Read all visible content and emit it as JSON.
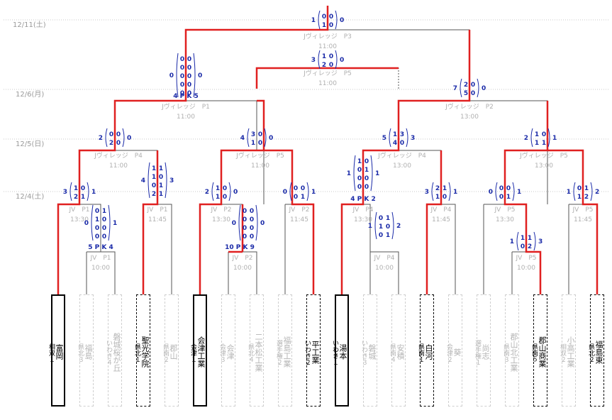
{
  "dates": [
    "12/11(土)",
    "12/6(月)",
    "12/5(日)",
    "12/4(土)"
  ],
  "venues": {
    "final": "Jヴィレッジ　P3",
    "final_time": "11:00",
    "third": "Jヴィレッジ　P5",
    "third_time": "11:00",
    "sfL": "Jヴィレッジ　P1",
    "sfL_time": "11:00",
    "sfR": "Jヴィレッジ　P2",
    "sfR_time": "13:00",
    "qf1": "Jヴィレッジ　P4",
    "qf1_time": "11:00",
    "qf2": "Jヴィレッジ　P5",
    "qf2_time": "11:00",
    "qf3": "Jヴィレッジ　P4",
    "qf3_time": "13:00",
    "qf4": "Jヴィレッジ　P5",
    "qf4_time": "13:00",
    "r1": "JV　P1",
    "r1_time": "13:30",
    "r2": "JV　P1",
    "r2_time": "11:45",
    "r3": "JV　P2",
    "r3_time": "13:30",
    "r4": "JV　P2",
    "r4_time": "11:45",
    "r5": "JV　P4",
    "r5_time": "13:30",
    "r6": "JV　P4",
    "r6_time": "11:45",
    "r7": "JV　P5",
    "r7_time": "13:30",
    "r8": "JV　P5",
    "r8_time": "11:45",
    "s1": "JV　P1",
    "s1_time": "10:00",
    "s2": "JV　P2",
    "s2_time": "10:00",
    "s3": "JV　P4",
    "s3_time": "10:00",
    "s4": "JV　P5",
    "s4_time": "10:00"
  },
  "pk": {
    "sfL": "4 P K 5",
    "r1": "5 P K 4",
    "r3": "10 P K 9",
    "qf3": "4 P K 2"
  },
  "teams": [
    {
      "name": "富岡",
      "region": "相双１",
      "state": "champ"
    },
    {
      "name": "福島",
      "region": "県北３",
      "state": "dim"
    },
    {
      "name": "磐城桜が丘",
      "region": "いわき４",
      "state": "dim"
    },
    {
      "name": "聖光学院",
      "region": "県北１",
      "state": "win"
    },
    {
      "name": "郡山",
      "region": "県南２",
      "state": "dim"
    },
    {
      "name": "会津工業",
      "region": "会津１",
      "state": "champ"
    },
    {
      "name": "会津",
      "region": "会津３",
      "state": "dim"
    },
    {
      "name": "二本松工業",
      "region": "県北４",
      "state": "dim"
    },
    {
      "name": "福島工業",
      "region": "選手権２",
      "state": "dim"
    },
    {
      "name": "平工業",
      "region": "いわき２",
      "state": "win"
    },
    {
      "name": "湯本",
      "region": "いわき１",
      "state": "champ"
    },
    {
      "name": "磐城",
      "region": "いわき３",
      "state": "dim"
    },
    {
      "name": "安積",
      "region": "県南４",
      "state": "dim"
    },
    {
      "name": "白河",
      "region": "県南１",
      "state": "win"
    },
    {
      "name": "葵",
      "region": "会津２",
      "state": "dim"
    },
    {
      "name": "尚志",
      "region": "選手権１",
      "state": "dim"
    },
    {
      "name": "郡山北工業",
      "region": "県南３",
      "state": "dim"
    },
    {
      "name": "郡山商業",
      "region": "県南５",
      "state": "win"
    },
    {
      "name": "小高工業",
      "region": "相双２",
      "state": "dim"
    },
    {
      "name": "福島東",
      "region": "県北２",
      "state": "win"
    }
  ],
  "scores": [
    {
      "id": "final",
      "l": "1",
      "r": "0",
      "a": [
        "0",
        "1"
      ],
      "b": [
        "0",
        "0"
      ]
    },
    {
      "id": "third",
      "l": "3",
      "r": "0",
      "a": [
        "1",
        "2"
      ],
      "b": [
        "0",
        "0"
      ]
    },
    {
      "id": "sfL",
      "l": "0",
      "r": "0",
      "a": [
        "0",
        "0",
        "0",
        "0",
        "0"
      ],
      "b": [
        "0",
        "0",
        "0",
        "0",
        "0"
      ]
    },
    {
      "id": "sfR",
      "l": "7",
      "r": "0",
      "a": [
        "2",
        "5"
      ],
      "b": [
        "0",
        "0"
      ]
    },
    {
      "id": "qf1",
      "l": "2",
      "r": "0",
      "a": [
        "0",
        "2"
      ],
      "b": [
        "0",
        "0"
      ]
    },
    {
      "id": "qf2",
      "l": "4",
      "r": "0",
      "a": [
        "3",
        "1"
      ],
      "b": [
        "0",
        "0"
      ]
    },
    {
      "id": "qf3",
      "l": "5",
      "r": "3",
      "a": [
        "1",
        "4"
      ],
      "b": [
        "3",
        "0"
      ]
    },
    {
      "id": "qf4",
      "l": "2",
      "r": "1",
      "a": [
        "1",
        "1"
      ],
      "b": [
        "0",
        "1"
      ]
    },
    {
      "id": "r1",
      "l": "0",
      "r": "1",
      "a": [
        "0",
        "1",
        "0",
        "0"
      ],
      "b": [
        "1",
        "0",
        "0",
        "0"
      ]
    },
    {
      "id": "r2",
      "l": "4",
      "r": "3",
      "a": [
        "1",
        "1",
        "0",
        "2"
      ],
      "b": [
        "1",
        "0",
        "1",
        "1"
      ]
    },
    {
      "id": "r3",
      "l": "2",
      "r": "0",
      "a": [
        "1",
        "1"
      ],
      "b": [
        "0",
        "0"
      ]
    },
    {
      "id": "r3b",
      "l": "0",
      "r": "0",
      "a": [
        "0",
        "0",
        "0",
        "0"
      ],
      "b": [
        "0",
        "0",
        "0",
        "0"
      ]
    },
    {
      "id": "r4",
      "l": "0",
      "r": "1",
      "a": [
        "0",
        "0"
      ],
      "b": [
        "0",
        "1"
      ]
    },
    {
      "id": "r5",
      "l": "1",
      "r": "1",
      "a": [
        "1",
        "0",
        "0",
        "0"
      ],
      "b": [
        "0",
        "1",
        "0",
        "0"
      ]
    },
    {
      "id": "r6",
      "l": "3",
      "r": "1",
      "a": [
        "2",
        "1"
      ],
      "b": [
        "1",
        "0"
      ]
    },
    {
      "id": "r7",
      "l": "0",
      "r": "1",
      "a": [
        "0",
        "0"
      ],
      "b": [
        "0",
        "1"
      ]
    },
    {
      "id": "r8",
      "l": "1",
      "r": "2",
      "a": [
        "0",
        "1"
      ],
      "b": [
        "1",
        "2"
      ]
    },
    {
      "id": "r1e",
      "l": "3",
      "r": "1",
      "a": [
        "1",
        "2"
      ],
      "b": [
        "0",
        "1"
      ]
    },
    {
      "id": "s3",
      "l": "1",
      "r": "2",
      "a": [
        "0",
        "1",
        "0"
      ],
      "b": [
        "1",
        "0",
        "1"
      ]
    },
    {
      "id": "s4",
      "l": "1",
      "r": "3",
      "a": [
        "1",
        "0"
      ],
      "b": [
        "1",
        "2"
      ]
    }
  ]
}
